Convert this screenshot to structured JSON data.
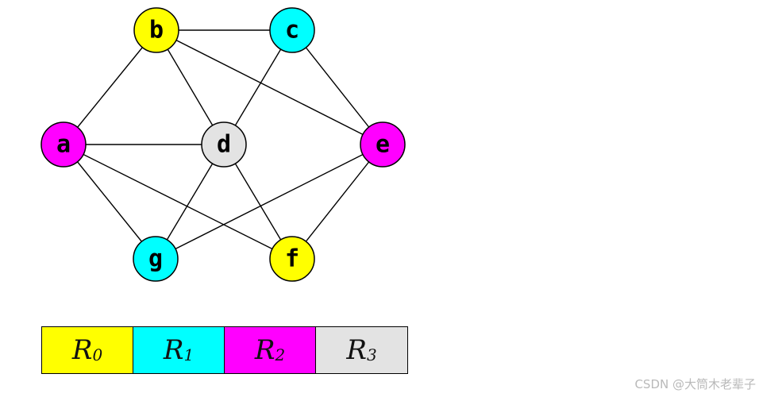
{
  "colors": {
    "R0": "#ffff00",
    "R1": "#00ffff",
    "R2": "#ff00ff",
    "R3": "#e3e3e3"
  },
  "nodes": [
    {
      "id": "b",
      "label": "b",
      "color_class": "R0"
    },
    {
      "id": "c",
      "label": "c",
      "color_class": "R1"
    },
    {
      "id": "a",
      "label": "a",
      "color_class": "R2"
    },
    {
      "id": "d",
      "label": "d",
      "color_class": "R3"
    },
    {
      "id": "e",
      "label": "e",
      "color_class": "R2"
    },
    {
      "id": "g",
      "label": "g",
      "color_class": "R1"
    },
    {
      "id": "f",
      "label": "f",
      "color_class": "R0"
    }
  ],
  "edges": [
    [
      "b",
      "c"
    ],
    [
      "a",
      "b"
    ],
    [
      "b",
      "d"
    ],
    [
      "b",
      "e"
    ],
    [
      "c",
      "d"
    ],
    [
      "c",
      "e"
    ],
    [
      "a",
      "d"
    ],
    [
      "a",
      "g"
    ],
    [
      "a",
      "f"
    ],
    [
      "d",
      "g"
    ],
    [
      "d",
      "f"
    ],
    [
      "e",
      "g"
    ],
    [
      "e",
      "f"
    ]
  ],
  "legend": [
    {
      "base": "R",
      "sub": "0",
      "color_class": "R0"
    },
    {
      "base": "R",
      "sub": "1",
      "color_class": "R1"
    },
    {
      "base": "R",
      "sub": "2",
      "color_class": "R2"
    },
    {
      "base": "R",
      "sub": "3",
      "color_class": "R3"
    }
  ],
  "watermark": "CSDN @大筒木老辈子"
}
